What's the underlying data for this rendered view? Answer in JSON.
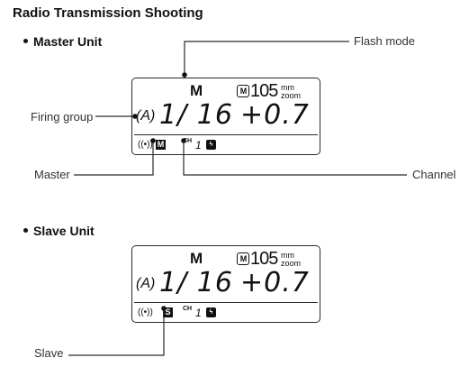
{
  "page_title": "Radio Transmission Shooting",
  "master": {
    "heading": "Master Unit",
    "lcd": {
      "mode": "M",
      "zoom_mode": "M",
      "zoom_value": "105",
      "zoom_unit_top": "mm",
      "zoom_unit_bottom": "zoom",
      "group": "A",
      "power": "1/  16",
      "compensation": "+0.7",
      "radio_symbol": "((•))",
      "role_badge": "M",
      "channel_label": "CH",
      "channel_value": "1",
      "flash_icon": "flash-icon"
    },
    "callouts": {
      "flash_mode": "Flash mode",
      "firing_group": "Firing group",
      "master": "Master",
      "channel": "Channel"
    }
  },
  "slave": {
    "heading": "Slave Unit",
    "lcd": {
      "mode": "M",
      "zoom_mode": "M",
      "zoom_value": "105",
      "zoom_unit_top": "mm",
      "zoom_unit_bottom": "zoom",
      "group": "A",
      "power": "1/  16",
      "compensation": "+0.7",
      "radio_symbol": "((•))",
      "role_badge": "S",
      "channel_label": "CH",
      "channel_value": "1",
      "flash_icon": "flash-icon"
    },
    "callouts": {
      "slave": "Slave"
    }
  },
  "colors": {
    "text": "#111111",
    "lines": "#2a2a2a"
  }
}
